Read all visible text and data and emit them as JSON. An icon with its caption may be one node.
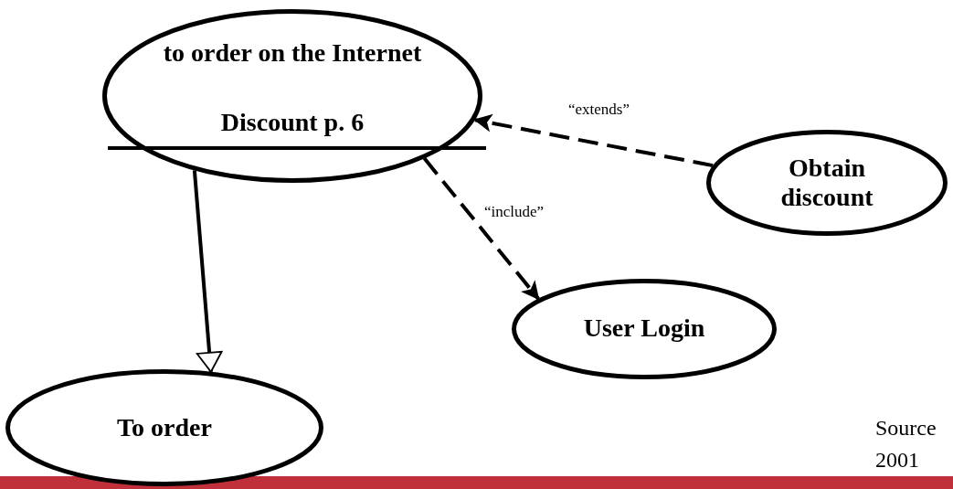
{
  "diagram": {
    "nodes": [
      {
        "text": [
          "to order on the Internet",
          "Discount p. 6"
        ]
      },
      {
        "text": [
          "Obtain discount"
        ]
      },
      {
        "text": [
          "User Login"
        ]
      },
      {
        "text": [
          "To order"
        ]
      }
    ],
    "edges": [
      {
        "from": 1,
        "to": 0,
        "arrow": "to",
        "label": "“extends”",
        "style": "dashed"
      },
      {
        "from": 0,
        "to": 2,
        "arrow": "to",
        "label": "“include”",
        "style": "dashed"
      },
      {
        "from": 0,
        "to": 3,
        "arrow": "to"
      }
    ],
    "labels": [
      "Source",
      "2001"
    ]
  }
}
